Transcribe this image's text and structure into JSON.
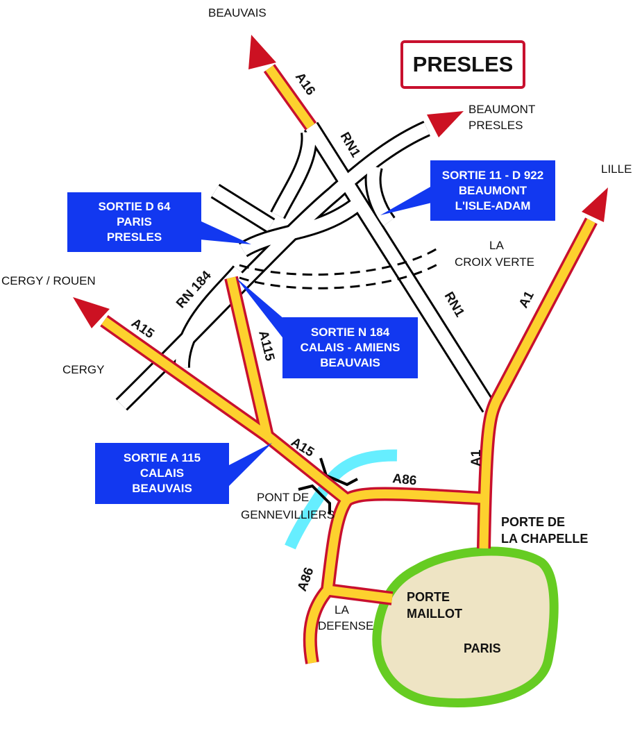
{
  "colors": {
    "motorway_fill": "#fdd12e",
    "motorway_edge": "#c8102e",
    "arrow": "#cc1122",
    "exit_box": "#1238f0",
    "paris_ring": "#66cc22",
    "paris_fill": "#eee4c4",
    "river": "#66eeff"
  },
  "sign": {
    "town": "PRESLES"
  },
  "destinations": {
    "beauvais": "BEAUVAIS",
    "beaumont": [
      "BEAUMONT",
      "PRESLES"
    ],
    "lille": "LILLE",
    "cergy_rouen": "CERGY / ROUEN",
    "cergy": "CERGY",
    "croix_verte": [
      "LA",
      "CROIX VERTE"
    ],
    "pont": [
      "PONT DE",
      "GENNEVILLIERS"
    ],
    "defense": [
      "LA",
      "DEFENSE"
    ]
  },
  "places": {
    "chapelle": [
      "PORTE DE",
      "LA CHAPELLE"
    ],
    "maillot": [
      "PORTE",
      "MAILLOT"
    ],
    "paris": "PARIS"
  },
  "roads": {
    "a16": "A16",
    "rn1": "RN1",
    "a1": "A1",
    "rn184": "RN 184",
    "a15": "A15",
    "a115": "A115",
    "a86": "A86"
  },
  "exits": [
    {
      "lines": [
        "SORTIE  D 64",
        "PARIS",
        "PRESLES"
      ]
    },
    {
      "lines": [
        "SORTIE 11 - D 922",
        "BEAUMONT",
        "L'ISLE-ADAM"
      ]
    },
    {
      "lines": [
        "SORTIE  N 184",
        "CALAIS - AMIENS",
        "BEAUVAIS"
      ]
    },
    {
      "lines": [
        "SORTIE  A 115",
        "CALAIS",
        "BEAUVAIS"
      ]
    }
  ]
}
